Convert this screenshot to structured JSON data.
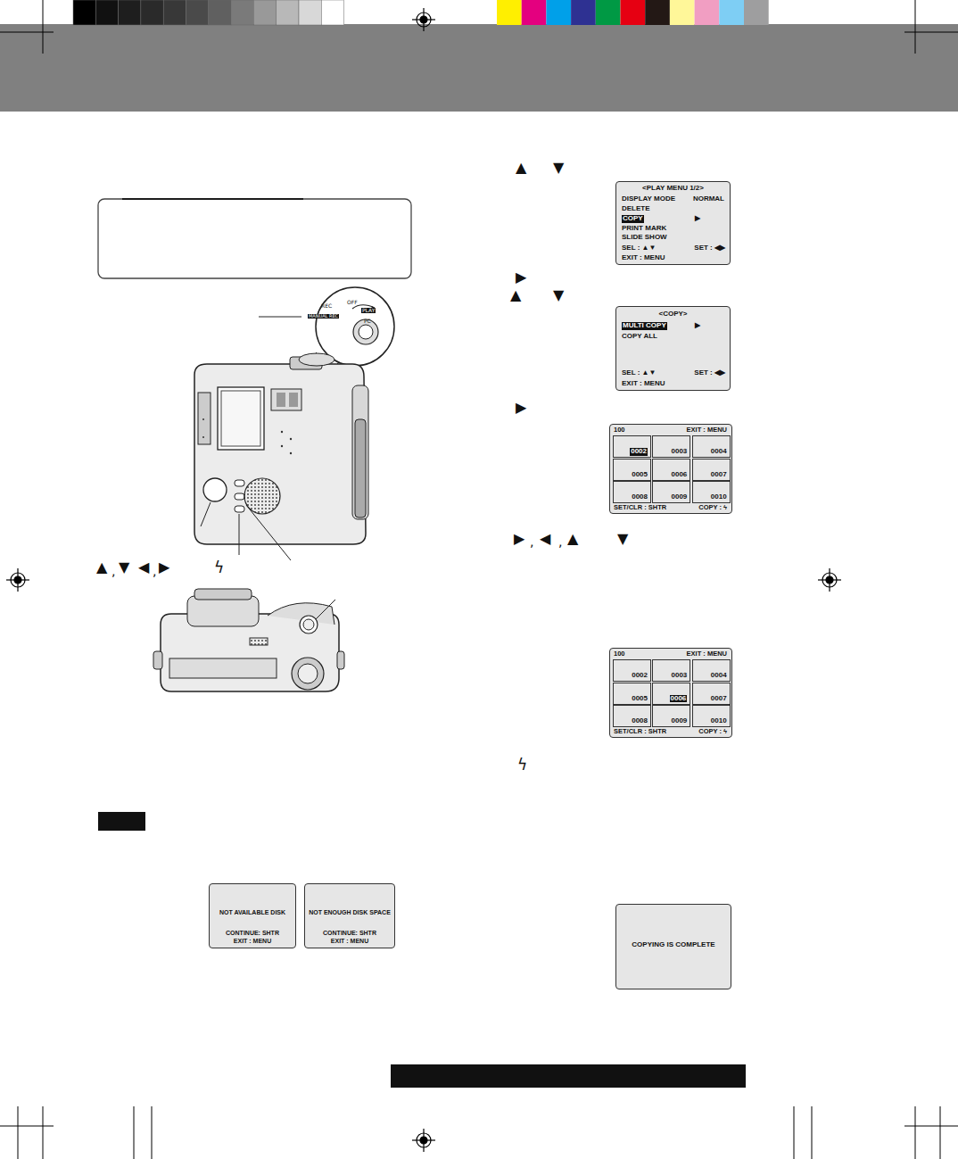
{
  "diagram": {
    "nodes": [
      {
        "text": [
          "<PLAY MENU 1/2>",
          "DISPLAY MODE",
          "NORMAL",
          "DELETE",
          "COPY",
          "▶",
          "PRINT MARK",
          "SLIDE SHOW",
          "SEL : ▲▼",
          "SET : ◀▶",
          "EXIT : MENU"
        ]
      },
      {
        "text": [
          "<COPY>",
          "MULTI COPY",
          "▶",
          "COPY ALL",
          "SEL : ▲▼",
          "SET : ◀▶",
          "EXIT : MENU"
        ]
      },
      {
        "text": [
          "100",
          "EXIT : MENU",
          "SET/CLR : SHTR",
          "COPY : ϟ"
        ]
      },
      {
        "text": [
          "0002"
        ],
        "in": 2
      },
      {
        "text": [
          "0003"
        ],
        "in": 2
      },
      {
        "text": [
          "0004"
        ],
        "in": 2
      },
      {
        "text": [
          "0005"
        ],
        "in": 2
      },
      {
        "text": [
          "0006"
        ],
        "in": 2
      },
      {
        "text": [
          "0007"
        ],
        "in": 2
      },
      {
        "text": [
          "0008"
        ],
        "in": 2
      },
      {
        "text": [
          "0009"
        ],
        "in": 2
      },
      {
        "text": [
          "0010"
        ],
        "in": 2
      },
      {
        "text": [
          "100",
          "EXIT : MENU",
          "SET/CLR : SHTR",
          "COPY : ϟ"
        ]
      },
      {
        "text": [
          "0002"
        ],
        "in": 12
      },
      {
        "text": [
          "0003"
        ],
        "in": 12
      },
      {
        "text": [
          "0004"
        ],
        "in": 12
      },
      {
        "text": [
          "0005"
        ],
        "in": 12
      },
      {
        "text": [
          "0006"
        ],
        "in": 12
      },
      {
        "text": [
          "0007"
        ],
        "in": 12
      },
      {
        "text": [
          "0008"
        ],
        "in": 12
      },
      {
        "text": [
          "0009"
        ],
        "in": 12
      },
      {
        "text": [
          "0010"
        ],
        "in": 12
      },
      {
        "text": [
          "COPYING IS COMPLETE"
        ]
      },
      {
        "text": [
          "NOT AVAILABLE DISK",
          "CONTINUE: SHTR",
          "EXIT : MENU"
        ]
      },
      {
        "text": [
          "NOT ENOUGH DISK SPACE",
          "CONTINUE: SHTR",
          "EXIT : MENU"
        ]
      }
    ],
    "labels": [
      "▲",
      "▼",
      "▶",
      "▲",
      "▼",
      "▶",
      "▶",
      "◀",
      "▲",
      "▼",
      "ϟ",
      "▲",
      "▼",
      "◀",
      "▶",
      "ϟ",
      "REC",
      "OFF",
      "PLAY",
      "PC",
      "MANUAL REC",
      ",",
      ",",
      ",",
      ","
    ]
  }
}
